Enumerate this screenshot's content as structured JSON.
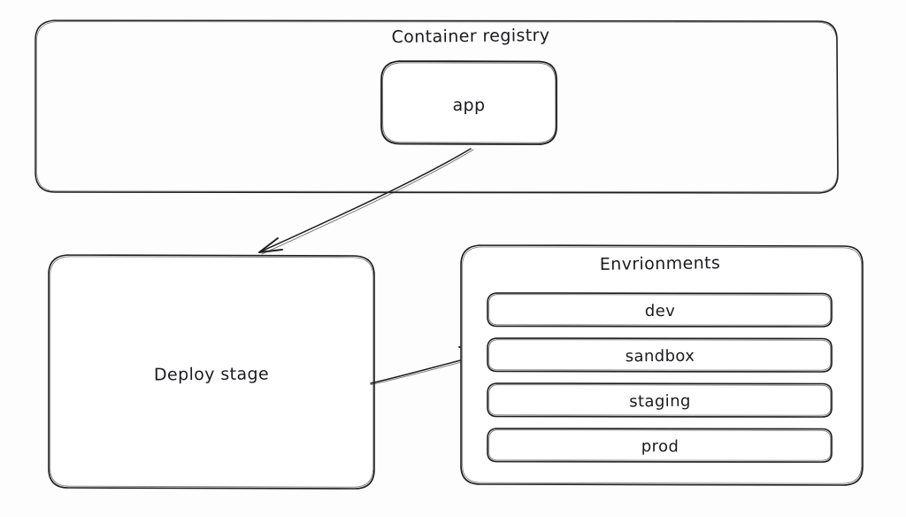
{
  "diagram": {
    "type": "architecture-flow",
    "style": "hand-drawn-sketch",
    "background_color": "#fdfdfd",
    "stroke_color": "#1e1e1e",
    "text_color": "#1b1b1f",
    "groups": [
      {
        "id": "container-registry",
        "label": "Container registry",
        "children": [
          {
            "id": "app",
            "label": "app"
          }
        ]
      },
      {
        "id": "deploy-stage",
        "label": "Deploy stage",
        "children": []
      },
      {
        "id": "environments",
        "label": "Envrionments",
        "children": [
          {
            "id": "env-dev",
            "label": "dev"
          },
          {
            "id": "env-sandbox",
            "label": "sandbox"
          },
          {
            "id": "env-staging",
            "label": "staging"
          },
          {
            "id": "env-prod",
            "label": "prod"
          }
        ]
      }
    ],
    "connectors": [
      {
        "id": "app-to-deploy",
        "from": "app",
        "to": "deploy-stage",
        "arrowhead": "end"
      },
      {
        "id": "deploy-to-sandbox",
        "from": "deploy-stage",
        "to": "env-sandbox",
        "arrowhead": "end"
      }
    ]
  },
  "registry": {
    "title": "Container registry",
    "app_label": "app"
  },
  "deploy": {
    "title": "Deploy stage"
  },
  "environments": {
    "title": "Envrionments",
    "rows": [
      {
        "label": "dev"
      },
      {
        "label": "sandbox"
      },
      {
        "label": "staging"
      },
      {
        "label": "prod"
      }
    ]
  }
}
